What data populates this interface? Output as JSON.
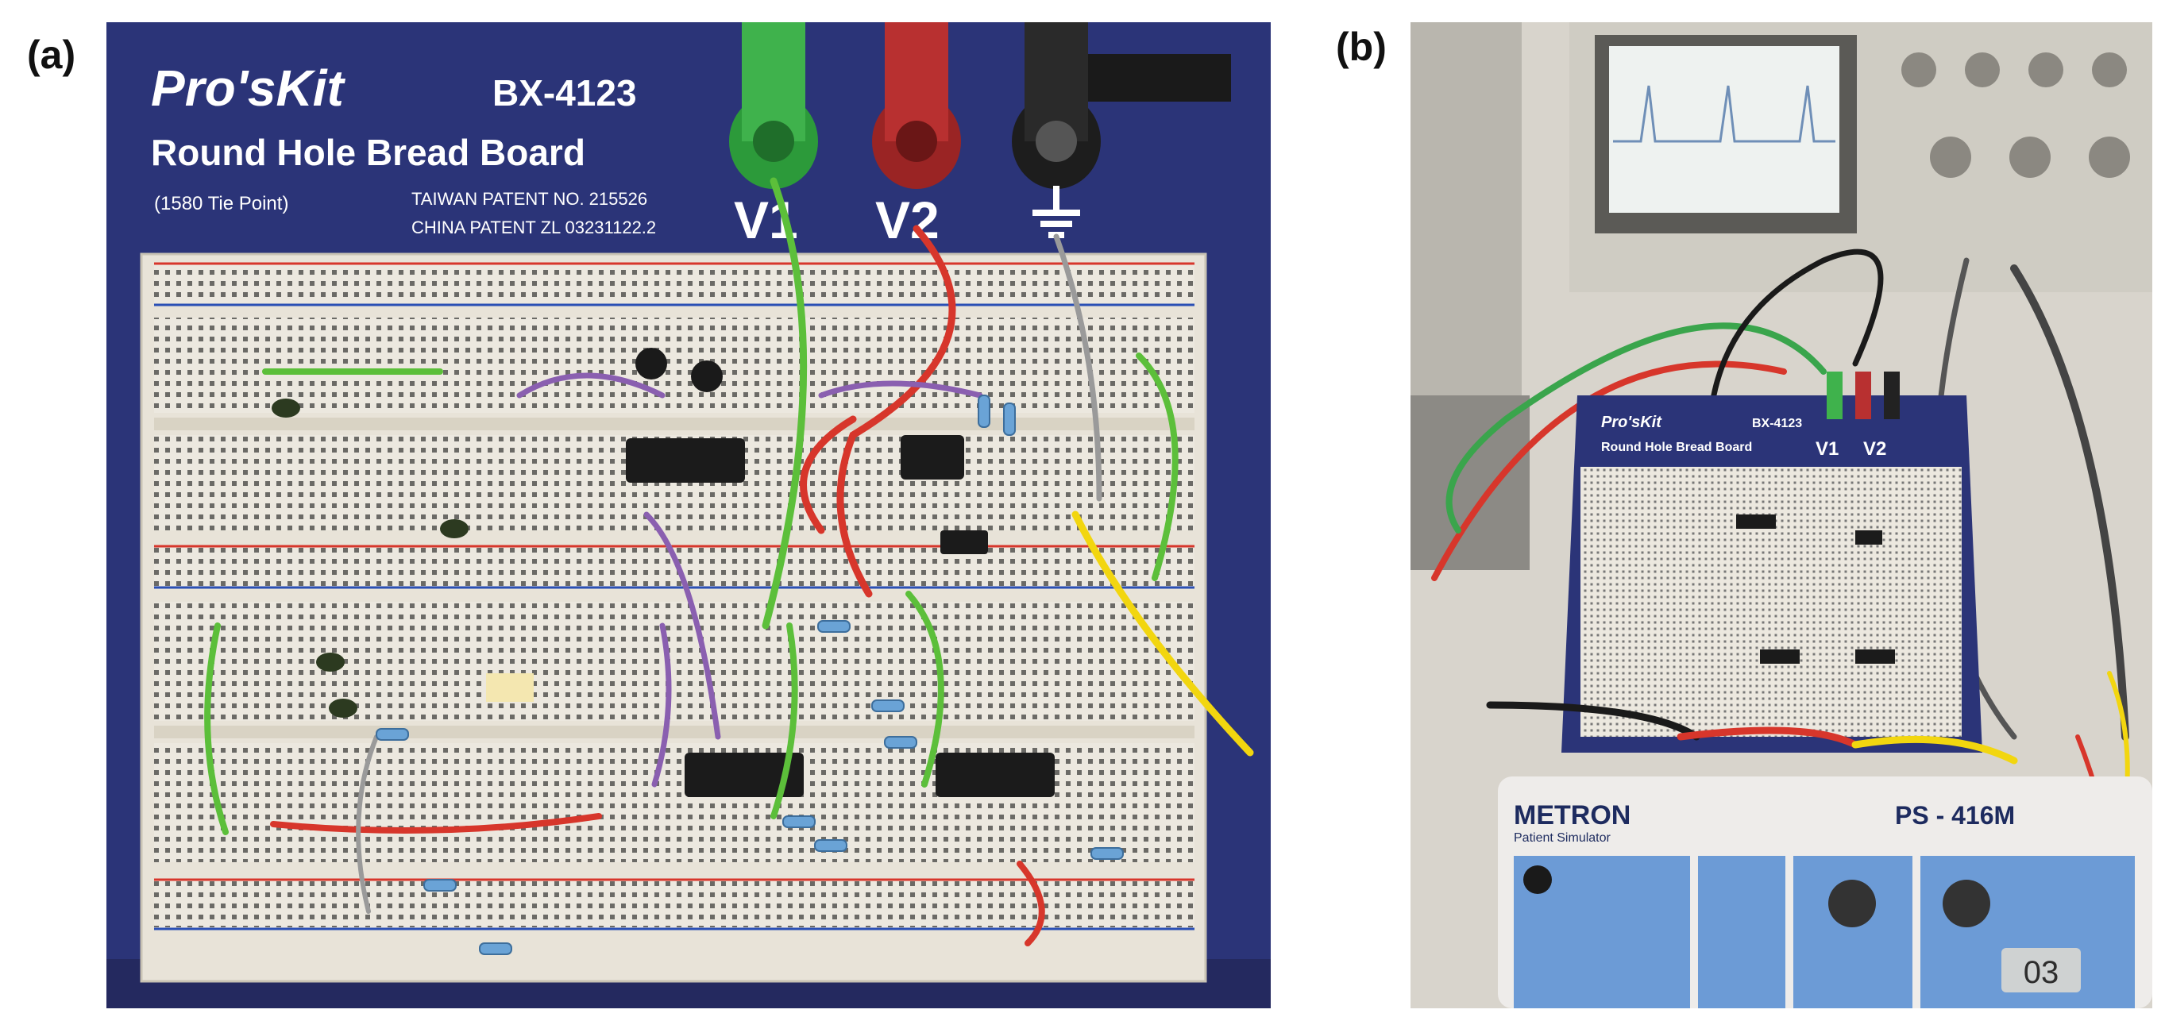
{
  "figure": {
    "panel_a_label": "(a)",
    "panel_b_label": "(b)"
  },
  "panel_a": {
    "brand": "Pro'sKit",
    "model": "BX-4123",
    "product_name": "Round Hole Bread Board",
    "tie_points": "(1580 Tie Point)",
    "patent_taiwan": "TAIWAN PATENT NO. 215526",
    "patent_china": "CHINA PATENT ZL 03231122.2",
    "terminal_v1": "V1",
    "terminal_v2": "V2",
    "colors": {
      "board": "#2b3478",
      "breadboard": "#ece8df",
      "wire_green": "#5cbf3a",
      "wire_red": "#d7362b",
      "wire_purple": "#8a5fb0",
      "wire_yellow": "#f2d60f",
      "wire_gray": "#9a9a9a"
    }
  },
  "panel_b": {
    "brand": "Pro'sKit",
    "model": "BX-4123",
    "product_name": "Round Hole Bread Board",
    "simulator_brand": "METRON",
    "simulator_subtitle": "Patient Simulator",
    "simulator_model": "PS - 416M",
    "simulator_display": "03",
    "terminal_v1": "V1",
    "terminal_v2": "V2"
  }
}
